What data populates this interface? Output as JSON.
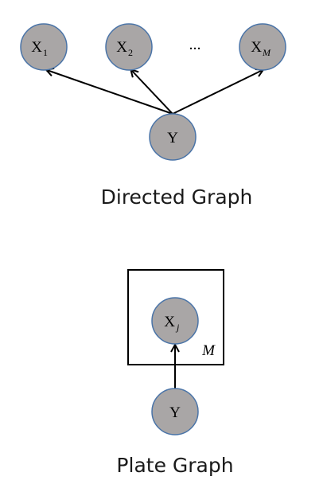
{
  "directed_graph": {
    "caption": "Directed Graph",
    "nodes": {
      "x1": {
        "base": "X",
        "sub": "1"
      },
      "x2": {
        "base": "X",
        "sub": "2"
      },
      "xm": {
        "base": "X",
        "sub": "M"
      },
      "y": {
        "base": "Y"
      }
    },
    "ellipsis": "..."
  },
  "plate_graph": {
    "caption": "Plate Graph",
    "nodes": {
      "xj": {
        "base": "X",
        "sub": "j"
      },
      "y": {
        "base": "Y"
      }
    },
    "plate_label": "M"
  },
  "colors": {
    "node_fill": "#a9a6a6",
    "node_stroke": "#4a74a8"
  }
}
